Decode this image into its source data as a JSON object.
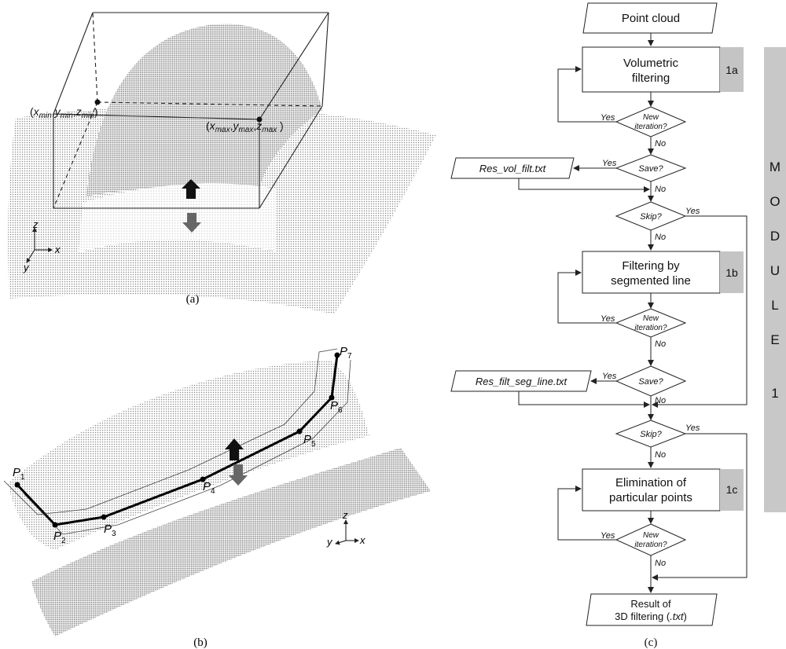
{
  "panel_a": {
    "caption": "(a)",
    "corner_min": {
      "open": "(",
      "x": "x",
      "xs": "min",
      "c1": ",",
      "y": "y",
      "ys": "min",
      "c2": ",",
      "z": "z",
      "zs": "min",
      "close": ")"
    },
    "corner_max": {
      "open": "(",
      "x": "x",
      "xs": "max",
      "c1": ",",
      "y": "y",
      "ys": "max",
      "c2": ",",
      "z": "z",
      "zs": "max",
      "close": " )"
    },
    "axes": {
      "z": "z",
      "x": "x",
      "y": "y"
    }
  },
  "panel_b": {
    "caption": "(b)",
    "points": [
      {
        "base": "P",
        "sub": "1"
      },
      {
        "base": "P",
        "sub": "2"
      },
      {
        "base": "P",
        "sub": "3"
      },
      {
        "base": "P",
        "sub": "4"
      },
      {
        "base": "P",
        "sub": "5"
      },
      {
        "base": "P",
        "sub": "6"
      },
      {
        "base": "P",
        "sub": "7"
      }
    ],
    "axes": {
      "z": "z",
      "x": "x",
      "y": "y"
    }
  },
  "panel_c": {
    "caption": "(c)",
    "start": "Point cloud",
    "step_1a": {
      "line1": "Volumetric",
      "line2": "filtering",
      "tag": "1a"
    },
    "step_1b": {
      "line1": "Filtering by",
      "line2": "segmented line",
      "tag": "1b"
    },
    "step_1c": {
      "line1": "Elimination of",
      "line2": "particular points",
      "tag": "1c"
    },
    "new_iteration": {
      "line1": "New",
      "line2": "iteration?"
    },
    "save": "Save?",
    "skip": "Skip?",
    "yes": "Yes",
    "no": "No",
    "file_vol": "Res_vol_filt.txt",
    "file_seg": "Res_filt_seg_line.txt",
    "result": {
      "line1": "Result of",
      "line2a": "3D filtering (",
      "line2b": ".txt",
      "line2c": ")"
    },
    "module_letters": [
      "M",
      "O",
      "D",
      "U",
      "L",
      "E",
      "1"
    ],
    "colors": {
      "module_bar": "#c8c8c8",
      "tag_box": "#c4c4c4"
    }
  }
}
